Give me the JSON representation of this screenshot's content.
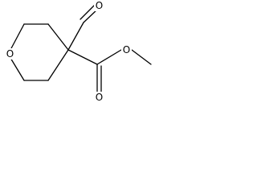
{
  "structure": {
    "atoms": [
      {
        "id": "ring-oxygen",
        "symbol": "O"
      },
      {
        "id": "aldehyde-oxygen",
        "symbol": "O"
      },
      {
        "id": "carbonyl-oxygen",
        "symbol": "O"
      },
      {
        "id": "ester-oxygen",
        "symbol": "O"
      }
    ]
  },
  "colors": {
    "bond": "#000000",
    "background": "#ffffff"
  }
}
